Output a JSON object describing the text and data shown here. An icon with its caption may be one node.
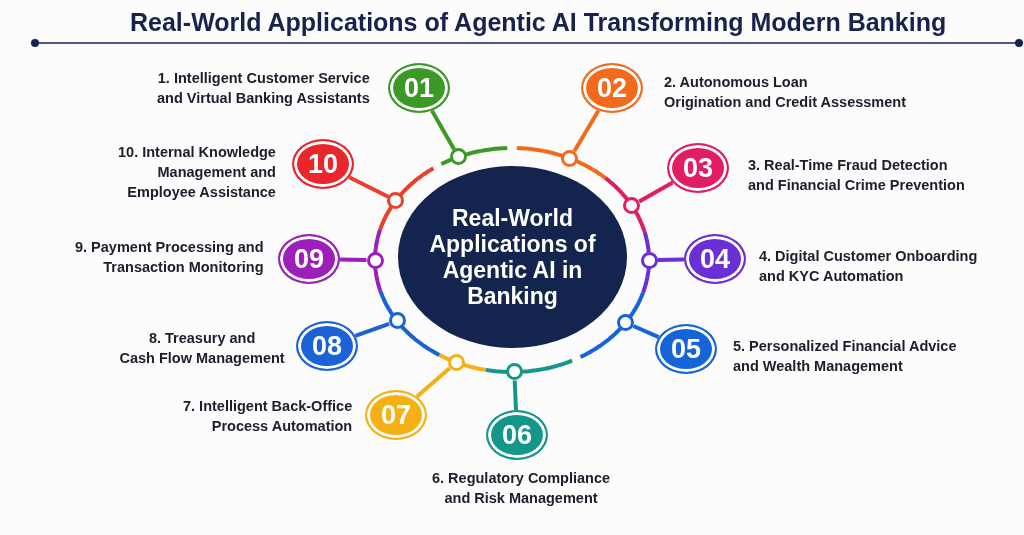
{
  "diagram": {
    "title": "Real-World Applications of Agentic AI Transforming Modern Banking",
    "nodes": [
      {
        "text": [
          "Real-World Applications of Agentic AI in Banking"
        ]
      },
      {
        "text": [
          "01"
        ],
        "beside": [
          "1. Intelligent Customer Service and Virtual Banking Assistants"
        ]
      },
      {
        "text": [
          "02"
        ],
        "beside": [
          "2. Autonomous Loan Origination and Credit Assessment"
        ]
      },
      {
        "text": [
          "03"
        ],
        "beside": [
          "3. Real-Time Fraud Detection and Financial Crime Prevention"
        ]
      },
      {
        "text": [
          "04"
        ],
        "beside": [
          "4. Digital Customer Onboarding and KYC Automation"
        ]
      },
      {
        "text": [
          "05"
        ],
        "beside": [
          "5. Personalized Financial Advice and Wealth Management"
        ]
      },
      {
        "text": [
          "06"
        ],
        "beside": [
          "6. Regulatory Compliance and Risk Management"
        ]
      },
      {
        "text": [
          "07"
        ],
        "beside": [
          "7. Intelligent Back-Office Process Automation"
        ]
      },
      {
        "text": [
          "08"
        ],
        "beside": [
          "8. Treasury and Cash Flow Management"
        ]
      },
      {
        "text": [
          "09"
        ],
        "beside": [
          "9. Payment Processing and Transaction Monitoring"
        ]
      },
      {
        "text": [
          "10"
        ],
        "beside": [
          "10. Internal Knowledge Management and Employee Assistance"
        ]
      },
      {
        "text": [],
        "shape": "circle"
      },
      {
        "text": [],
        "shape": "circle"
      },
      {
        "text": [],
        "shape": "circle"
      },
      {
        "text": [],
        "shape": "circle"
      },
      {
        "text": [],
        "shape": "circle"
      },
      {
        "text": [],
        "shape": "circle"
      },
      {
        "text": [],
        "shape": "circle"
      },
      {
        "text": [],
        "shape": "circle"
      },
      {
        "text": [],
        "shape": "circle"
      },
      {
        "text": [],
        "shape": "circle"
      }
    ],
    "edges": [
      {
        "from": 1,
        "to": 11,
        "arrow": "none",
        "color": "#3b9a26"
      },
      {
        "from": 2,
        "to": 12,
        "arrow": "none",
        "color": "#f26b1d"
      },
      {
        "from": 3,
        "to": 13,
        "arrow": "none",
        "color": "#e11d63"
      },
      {
        "from": 4,
        "to": 14,
        "arrow": "none",
        "color": "#6b2fd6"
      },
      {
        "from": 5,
        "to": 15,
        "arrow": "none",
        "color": "#1565d8"
      },
      {
        "from": 6,
        "to": 16,
        "arrow": "none",
        "color": "#15968a"
      },
      {
        "from": 7,
        "to": 17,
        "arrow": "none",
        "color": "#f5b015"
      },
      {
        "from": 8,
        "to": 18,
        "arrow": "none",
        "color": "#1b62d6"
      },
      {
        "from": 9,
        "to": 19,
        "arrow": "none",
        "color": "#9b1fb8"
      },
      {
        "from": 10,
        "to": 20,
        "arrow": "none",
        "color": "#e8402a"
      }
    ]
  }
}
